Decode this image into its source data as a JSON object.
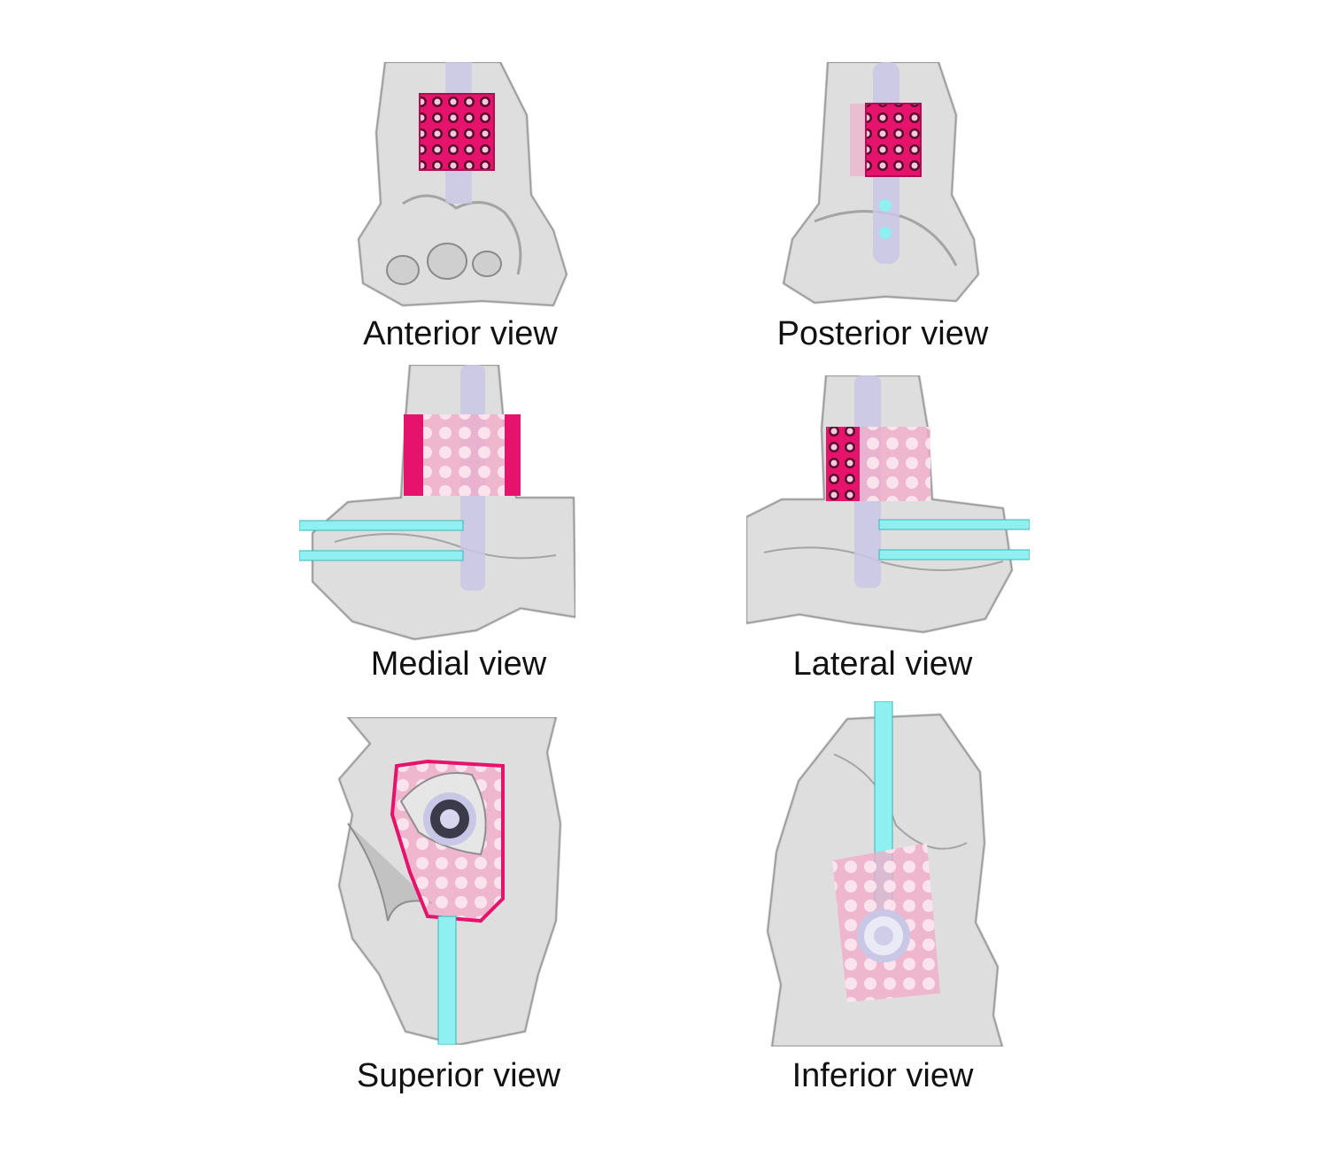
{
  "captions": {
    "anterior": "Anterior view",
    "posterior": "Posterior view",
    "medial": "Medial view",
    "lateral": "Lateral view",
    "superior": "Superior view",
    "inferior": "Inferior view"
  },
  "colors": {
    "bone": "#dcdcdc",
    "bone_edge": "#9a9a9a",
    "implant": "#e5136b",
    "implant_light": "#f4a3c6",
    "rod": "#c9c7e6",
    "screw": "#8ef0f0"
  }
}
